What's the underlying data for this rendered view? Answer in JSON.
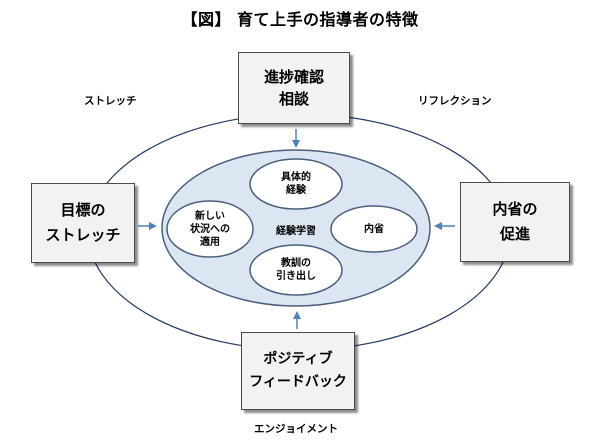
{
  "title": "【図】 育て上手の指導者の特徴",
  "corner_labels": {
    "top_left": "ストレッチ",
    "top_right": "リフレクション",
    "bottom": "エンジョイメント"
  },
  "outer_boxes": {
    "top": [
      "進捗確認",
      "相談"
    ],
    "left": [
      "目標の",
      "ストレッチ"
    ],
    "right": [
      "内省の",
      "促進"
    ],
    "bottom": [
      "ポジティブ",
      "フィードバック"
    ]
  },
  "cycle": {
    "center": "経験学習",
    "nodes": {
      "top": [
        "具体的",
        "経験"
      ],
      "right": [
        "内省"
      ],
      "bottom": [
        "教訓の",
        "引き出し"
      ],
      "left": [
        "新しい",
        "状況への",
        "適用"
      ]
    }
  },
  "colors": {
    "border": "#4a4a4a",
    "box_fill": "#f2f2f2",
    "inner_fill": "#dce6f2",
    "inner_stroke": "#4a5f7e",
    "line": "#1f3864",
    "arrow": "#4f81bd"
  }
}
